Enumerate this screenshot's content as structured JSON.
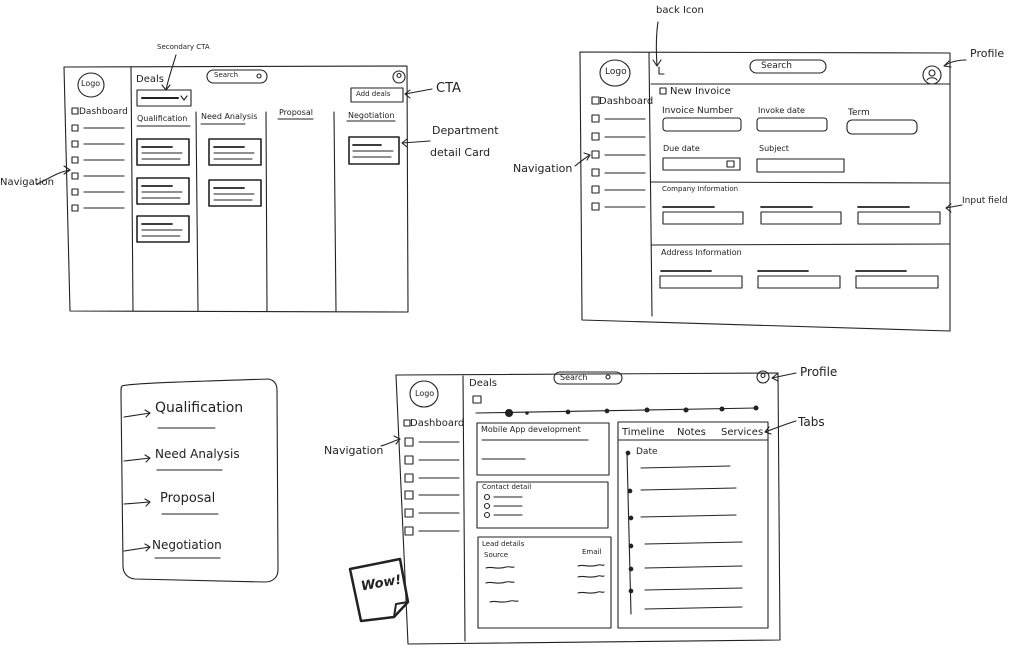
{
  "wireframe1": {
    "logo": "Logo",
    "deals": "Deals",
    "search": "Search",
    "add_deals": "Add deals",
    "secondary_cta_note": "Secondary CTA",
    "dashboard": "Dashboard",
    "columns": [
      "Qualification",
      "Need Analysis",
      "Proposal",
      "Negotiation"
    ],
    "annotations": {
      "navigation": "Navigation",
      "cta": "CTA",
      "card_line1": "Department",
      "card_line2": "detail Card"
    }
  },
  "wireframe2": {
    "logo": "Logo",
    "search": "Search",
    "dashboard": "Dashboard",
    "new_invoice": "New Invoice",
    "fields": {
      "invoice_number": "Invoice Number",
      "invoice_date": "Invoke date",
      "term": "Term",
      "due_date": "Due date",
      "subject": "Subject"
    },
    "company_information": "Company Information",
    "address_information": "Address Information",
    "annotations": {
      "back_icon": "back Icon",
      "profile": "Profile",
      "navigation": "Navigation",
      "input_field": "Input field"
    }
  },
  "stages_card": {
    "items": [
      "Qualification",
      "Need Analysis",
      "Proposal",
      "Negotiation"
    ]
  },
  "wireframe3": {
    "logo": "Logo",
    "deals": "Deals",
    "search": "Search",
    "dashboard": "Dashboard",
    "deal_title": "Mobile App development",
    "contact_detail": "Contact detail",
    "lead_details": "Lead details",
    "source": "Source",
    "email": "Email",
    "tabs": [
      "Timeline",
      "Notes",
      "Services"
    ],
    "date": "Date",
    "annotations": {
      "profile": "Profile",
      "tabs": "Tabs",
      "navigation": "Navigation"
    }
  },
  "sticker": "Wow!"
}
